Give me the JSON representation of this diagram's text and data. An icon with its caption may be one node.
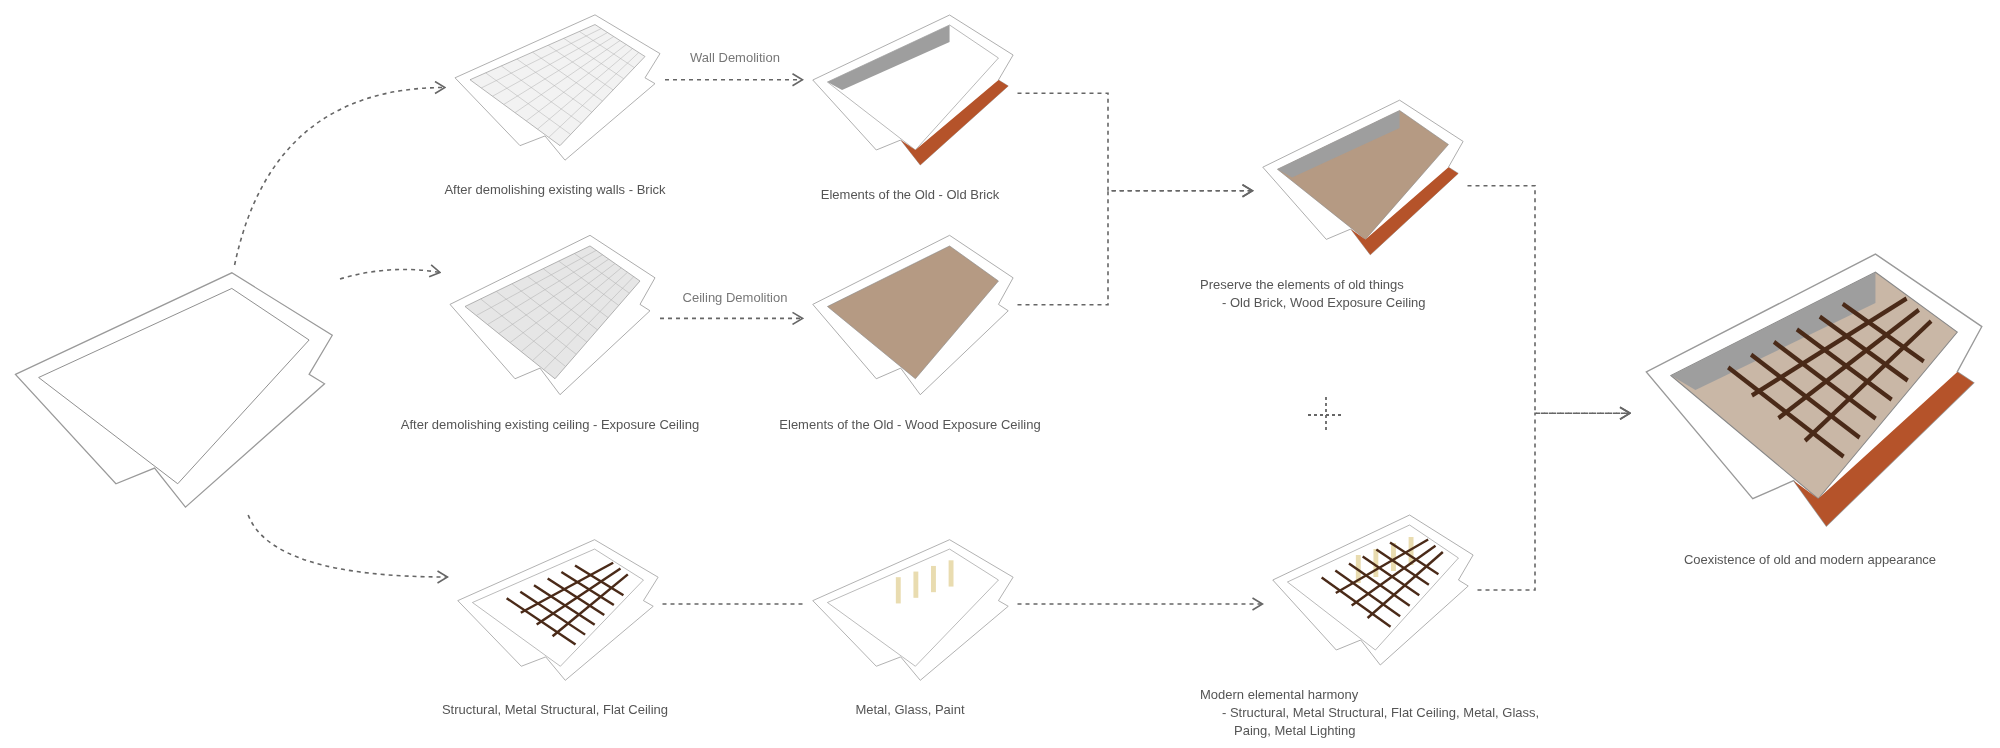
{
  "diagram": {
    "nodes": [
      {
        "text": [],
        "shape": "picture"
      },
      {
        "text": [
          "After demolishing existing walls - Brick"
        ]
      },
      {
        "text": [
          "Elements of the Old - Old Brick"
        ]
      },
      {
        "text": [
          "After demolishing existing ceiling - Exposure Ceiling"
        ]
      },
      {
        "text": [
          "Elements of the Old - Wood Exposure Ceiling"
        ]
      },
      {
        "text": [
          "Preserve the elements of old things",
          "- Old Brick, Wood Exposure Ceiling"
        ]
      },
      {
        "text": [
          "Structural, Metal Structural, Flat Ceiling"
        ]
      },
      {
        "text": [
          "Metal, Glass, Paint"
        ]
      },
      {
        "text": [
          "Modern elemental harmony",
          "- Structural, Metal Structural, Flat Ceiling, Metal, Glass, Paing, Metal Lighting"
        ]
      },
      {
        "text": [
          "Coexistence of old and modern appearance"
        ]
      }
    ],
    "edges": [
      {
        "from": 0,
        "to": 1,
        "arrow": "to"
      },
      {
        "from": 0,
        "to": 3,
        "arrow": "to"
      },
      {
        "from": 0,
        "to": 6,
        "arrow": "to"
      },
      {
        "from": 1,
        "to": 2,
        "arrow": "to",
        "label": "Wall Demolition"
      },
      {
        "from": 3,
        "to": 4,
        "arrow": "to",
        "label": "Ceiling Demolition"
      },
      {
        "from": 2,
        "to": 5,
        "arrow": "to"
      },
      {
        "from": 4,
        "to": 5,
        "arrow": "to"
      },
      {
        "from": 6,
        "to": 7,
        "arrow": "none"
      },
      {
        "from": 7,
        "to": 8,
        "arrow": "to"
      },
      {
        "from": 5,
        "to": 9,
        "arrow": "to"
      },
      {
        "from": 8,
        "to": 9,
        "arrow": "to"
      }
    ]
  }
}
